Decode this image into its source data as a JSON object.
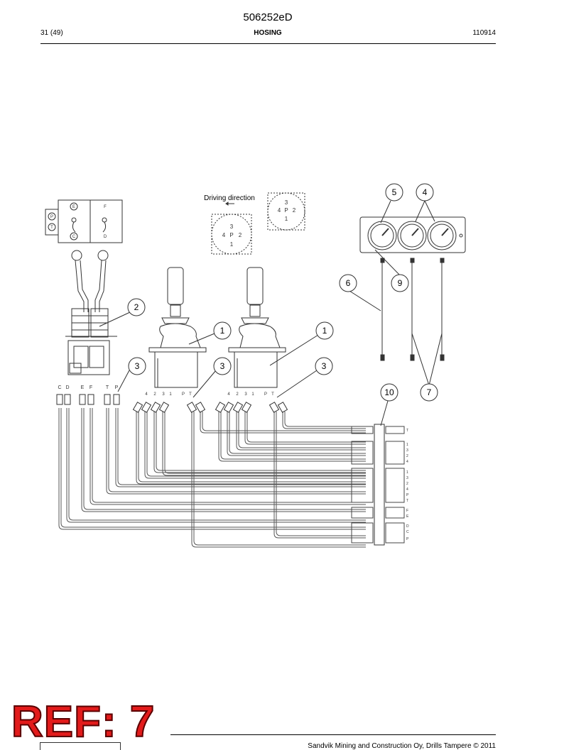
{
  "header": {
    "doc_id": "506252eD",
    "page": "31 (49)",
    "section": "HOSING",
    "date_code": "110914"
  },
  "diagram": {
    "direction_label": "Driving direction",
    "callouts": [
      "1",
      "1",
      "2",
      "3",
      "3",
      "3",
      "4",
      "5",
      "6",
      "7",
      "9",
      "10"
    ],
    "valve_ports_left": [
      "C",
      "D",
      "E",
      "F",
      "T",
      "P"
    ],
    "joystick_ports": [
      "4",
      "2",
      "3",
      "1",
      "P",
      "T"
    ],
    "manifold_ports_top": [
      "T"
    ],
    "manifold_ports_group1": [
      "1",
      "3",
      "2",
      "4"
    ],
    "manifold_ports_group2": [
      "1",
      "3",
      "2",
      "4",
      "P",
      "T"
    ],
    "manifold_ports_group3": [
      "F",
      "E"
    ],
    "manifold_ports_group4": [
      "D",
      "C",
      "P"
    ],
    "valve_box_letters": [
      "P",
      "T",
      "E",
      "C",
      "F",
      "D"
    ],
    "pattern_letters_a": [
      "3",
      "4",
      "P",
      "2",
      "1"
    ],
    "pattern_letters_b": [
      "3",
      "4",
      "P",
      "2",
      "1"
    ]
  },
  "stamp": "REF: 7",
  "footer": {
    "copyright": "Sandvik Mining and Construction Oy, Drills Tampere © 2011"
  }
}
